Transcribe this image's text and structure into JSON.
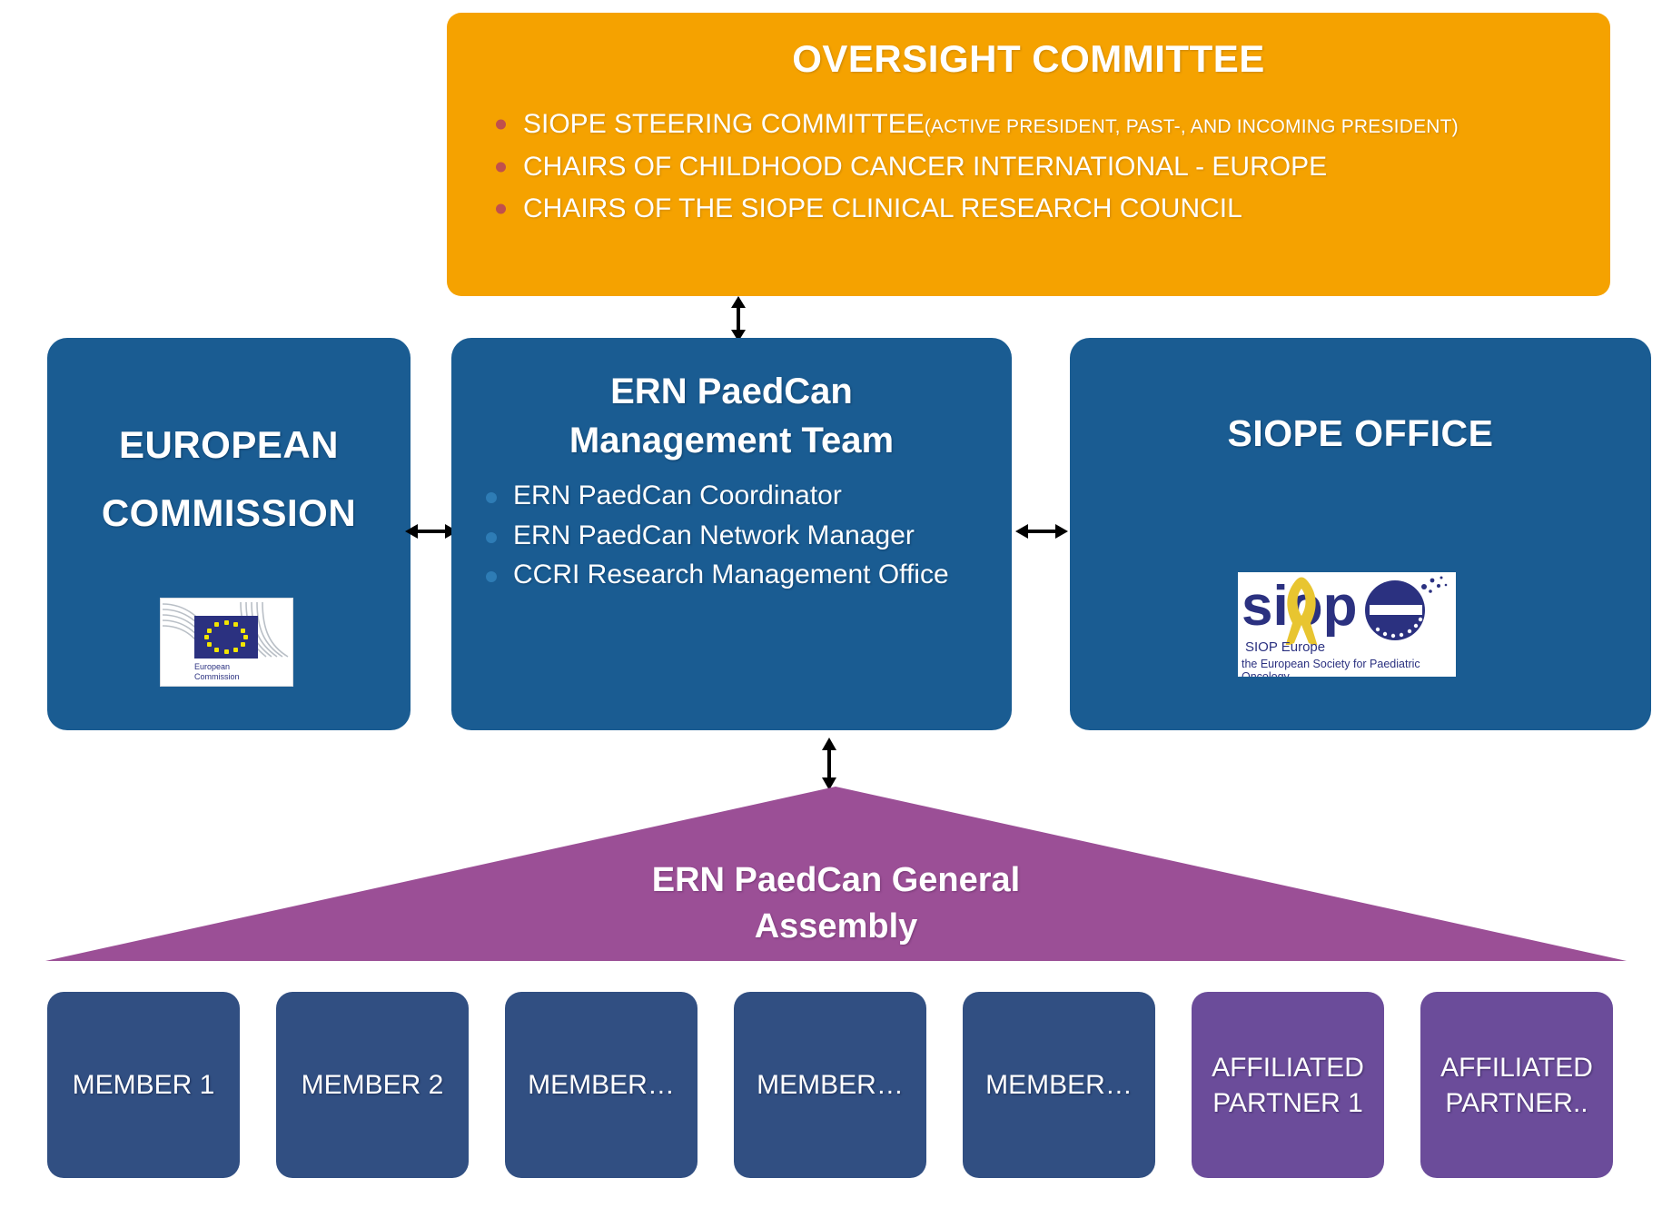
{
  "oversight": {
    "title": "OVERSIGHT COMMITTEE",
    "items": [
      {
        "main": "SIOPE STEERING COMMITTEE",
        "sub": "(ACTIVE PRESIDENT, PAST-, AND  INCOMING PRESIDENT)"
      },
      {
        "main": "CHAIRS OF CHILDHOOD CANCER INTERNATIONAL - EUROPE",
        "sub": ""
      },
      {
        "main": "CHAIRS OF THE SIOPE CLINICAL RESEARCH COUNCIL",
        "sub": ""
      }
    ],
    "bullet_color": "#C0504D",
    "background_color": "#F5A200"
  },
  "european_commission": {
    "title_line1": "EUROPEAN",
    "title_line2": "COMMISSION",
    "logo": {
      "name": "european-commission-logo",
      "caption_line1": "European",
      "caption_line2": "Commission"
    },
    "background_color": "#1A5C92"
  },
  "management_team": {
    "title_line1": "ERN PaedCan",
    "title_line2": "Management Team",
    "members": [
      "ERN PaedCan Coordinator",
      "ERN PaedCan Network Manager",
      "CCRI Research Management Office"
    ],
    "background_color": "#1A5C92"
  },
  "siope_office": {
    "title": "SIOPE OFFICE",
    "logo": {
      "name": "siope-logo",
      "wordmark": "siope",
      "caption_line1": "SIOP Europe",
      "caption_line2": "the European Society for Paediatric Oncology"
    },
    "background_color": "#1A5C92"
  },
  "general_assembly": {
    "title_line1": "ERN PaedCan General",
    "title_line2": "Assembly",
    "background_color": "#9B4F96"
  },
  "bottom_boxes": [
    {
      "label": "MEMBER 1",
      "type": "member"
    },
    {
      "label": "MEMBER 2",
      "type": "member"
    },
    {
      "label": "MEMBER…",
      "type": "member"
    },
    {
      "label": "MEMBER…",
      "type": "member"
    },
    {
      "label": "MEMBER…",
      "type": "member"
    },
    {
      "label": "AFFILIATED PARTNER 1",
      "type": "affiliated"
    },
    {
      "label": "AFFILIATED PARTNER..",
      "type": "affiliated"
    }
  ],
  "colors": {
    "member": "#314F82",
    "affiliated": "#6B4C9A",
    "blue_box": "#1A5C92",
    "orange": "#F5A200",
    "purple_triangle": "#9B4F96"
  },
  "arrows": [
    {
      "name": "arrow-oversight-management",
      "direction": "vertical"
    },
    {
      "name": "arrow-commission-management",
      "direction": "horizontal"
    },
    {
      "name": "arrow-management-siope",
      "direction": "horizontal"
    },
    {
      "name": "arrow-management-assembly",
      "direction": "vertical"
    }
  ]
}
